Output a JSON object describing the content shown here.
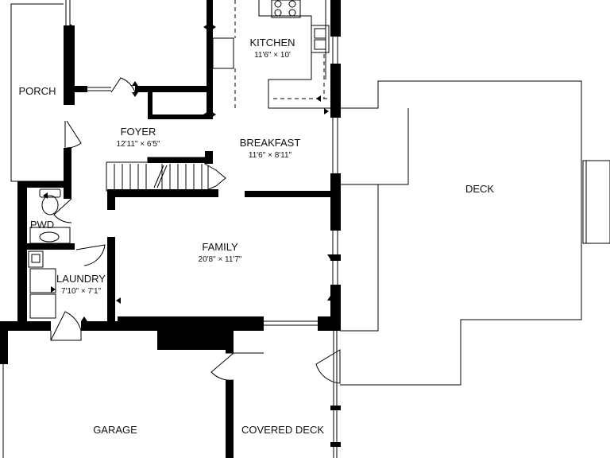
{
  "colors": {
    "wall": "#000000",
    "line": "#000000",
    "background": "#ffffff",
    "text": "#111111"
  },
  "rooms": {
    "kitchen": {
      "name": "KITCHEN",
      "dims": "11'6\" × 10'"
    },
    "porch": {
      "name": "PORCH"
    },
    "foyer": {
      "name": "FOYER",
      "dims": "12'11\" × 6'5\""
    },
    "breakfast": {
      "name": "BREAKFAST",
      "dims": "11'6\" × 8'11\""
    },
    "deck": {
      "name": "DECK"
    },
    "pwd": {
      "name": "PWD"
    },
    "family": {
      "name": "FAMILY",
      "dims": "20'8\" × 11'7\""
    },
    "laundry": {
      "name": "LAUNDRY",
      "dims": "7'10\" × 7'1\""
    },
    "garage": {
      "name": "GARAGE"
    },
    "covered_deck": {
      "name": "COVERED DECK"
    }
  },
  "icons": [
    "stove-icon",
    "sink-icon",
    "toilet-icon",
    "vanity-sink-icon",
    "laundry-sink-icon",
    "washer-icon",
    "dryer-icon",
    "stair-icon",
    "door-swing-icon"
  ]
}
